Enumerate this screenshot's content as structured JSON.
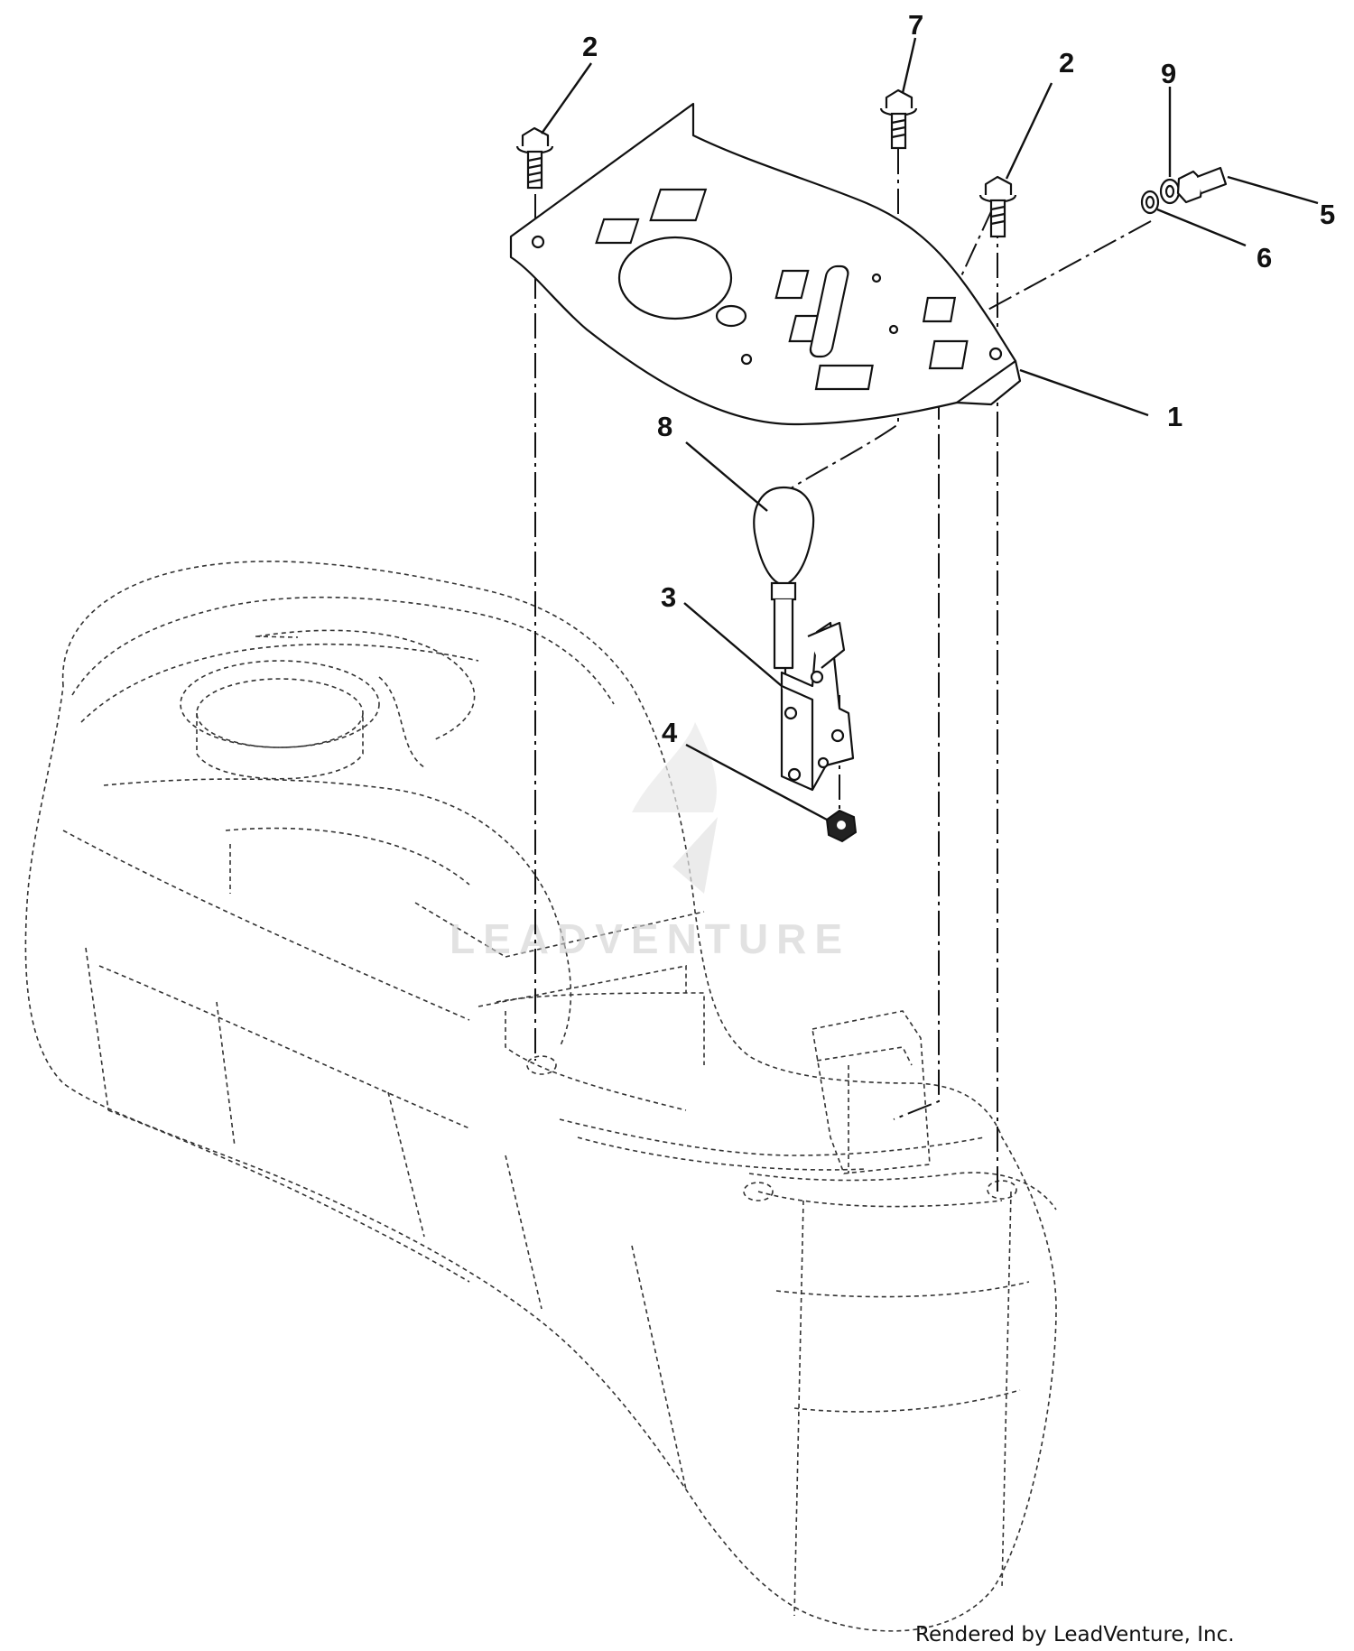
{
  "diagram": {
    "callouts": {
      "c1": "1",
      "c2a": "2",
      "c2b": "2",
      "c3": "3",
      "c4": "4",
      "c5": "5",
      "c6": "6",
      "c7": "7",
      "c8": "8",
      "c9": "9"
    },
    "watermark": "LEADVENTURE",
    "credit": "Rendered by LeadVenture, Inc."
  }
}
